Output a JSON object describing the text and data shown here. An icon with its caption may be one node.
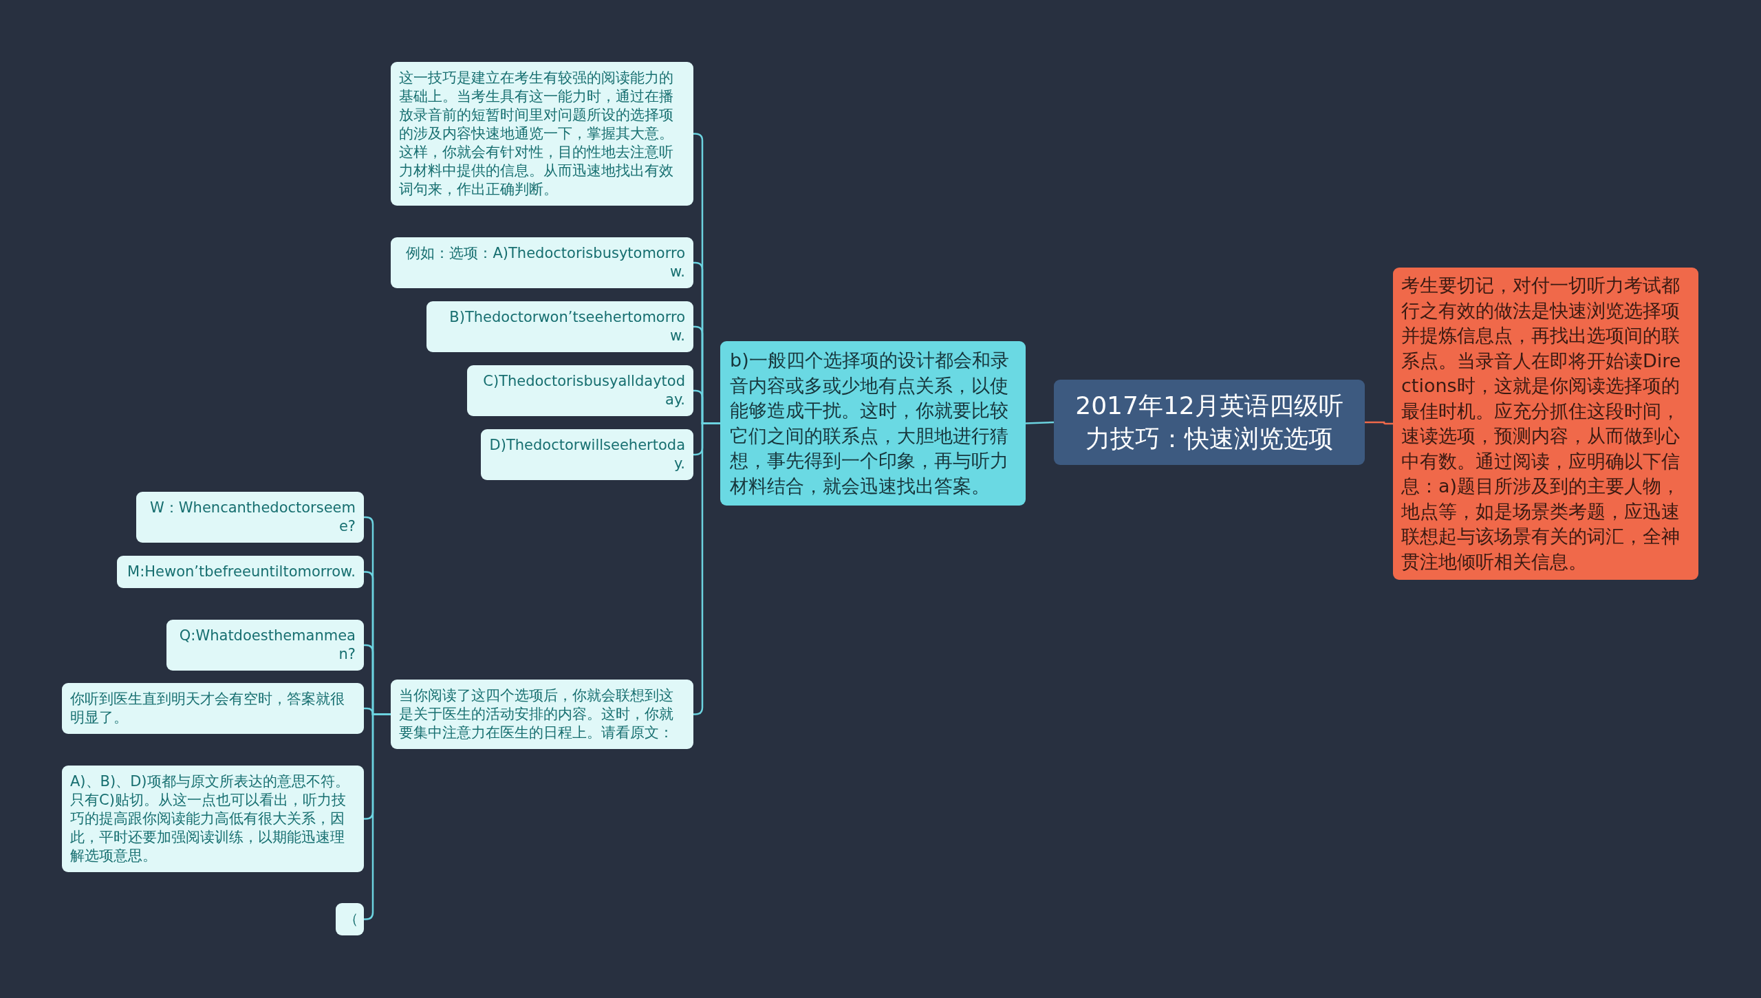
{
  "diagram": {
    "nodes": [
      {
        "text": [
          "2017年12月英语四级听力技巧：快速浏览选项"
        ]
      },
      {
        "text": [
          "考生要切记，对付一切听力考试都行之有效的做法是快速浏览选择项并提炼信息点，再找出选项间的联系点。当录音人在即将开始读Directions时，这就是你阅读选择项的最佳时机。应充分抓住这段时间，速读选项，预测内容，从而做到心中有数。通过阅读，应明确以下信息：a)题目所涉及到的主要人物，地点等，如是场景类考题，应迅速联想起与该场景有关的词汇，全神贯注地倾听相关信息。"
        ]
      },
      {
        "text": [
          "b)一般四个选择项的设计都会和录音内容或多或少地有点关系，以使能够造成干扰。这时，你就要比较它们之间的联系点，大胆地进行猜想，事先得到一个印象，再与听力材料结合，就会迅速找出答案。"
        ]
      },
      {
        "text": [
          "这一技巧是建立在考生有较强的阅读能力的基础上。当考生具有这一能力时，通过在播放录音前的短暂时间里对问题所设的选择项的涉及内容快速地通览一下，掌握其大意。这样，你就会有针对性，目的性地去注意听力材料中提供的信息。从而迅速地找出有效词句来，作出正确判断。"
        ]
      },
      {
        "text": [
          "例如：选项：A)Thedoctorisbusytomorrow."
        ]
      },
      {
        "text": [
          "B)Thedoctorwon’tseehertomorrow."
        ]
      },
      {
        "text": [
          "C)Thedoctorisbusyalldaytoday."
        ]
      },
      {
        "text": [
          "D)Thedoctorwillseehertoday."
        ]
      },
      {
        "text": [
          "当你阅读了这四个选项后，你就会联想到这是关于医生的活动安排的内容。这时，你就要集中注意力在医生的日程上。请看原文："
        ]
      },
      {
        "text": [
          "W：Whencanthedoctorseeme?"
        ]
      },
      {
        "text": [
          "M:Hewon’tbefreeuntiltomorrow."
        ]
      },
      {
        "text": [
          "Q:Whatdoesthemanmean?"
        ]
      },
      {
        "text": [
          "你听到医生直到明天才会有空时，答案就很明显了。"
        ]
      },
      {
        "text": [
          "A)、B)、D)项都与原文所表达的意思不符。只有C)贴切。从这一点也可以看出，听力技巧的提高跟你阅读能力高低有很大关系，因此，平时还要加强阅读训练，以期能迅速理解选项意思。"
        ]
      },
      {
        "text": [
          "（"
        ]
      }
    ],
    "edges": [
      {
        "from": 0,
        "to": 1,
        "arrow": "none",
        "color": "#f0694a"
      },
      {
        "from": 0,
        "to": 2,
        "arrow": "none"
      },
      {
        "from": 2,
        "to": 3,
        "arrow": "none"
      },
      {
        "from": 2,
        "to": 4,
        "arrow": "none"
      },
      {
        "from": 2,
        "to": 5,
        "arrow": "none"
      },
      {
        "from": 2,
        "to": 6,
        "arrow": "none"
      },
      {
        "from": 2,
        "to": 7,
        "arrow": "none"
      },
      {
        "from": 2,
        "to": 8,
        "arrow": "none"
      },
      {
        "from": 8,
        "to": 9,
        "arrow": "none"
      },
      {
        "from": 8,
        "to": 10,
        "arrow": "none"
      },
      {
        "from": 8,
        "to": 11,
        "arrow": "none"
      },
      {
        "from": 8,
        "to": 12,
        "arrow": "none"
      },
      {
        "from": 8,
        "to": 13,
        "arrow": "none"
      },
      {
        "from": 8,
        "to": 14,
        "arrow": "none"
      }
    ]
  }
}
